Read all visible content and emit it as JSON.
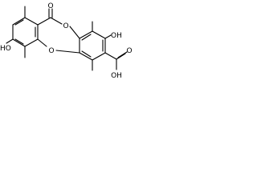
{
  "structure": {
    "atoms": {
      "carbonyl_oxygen": "O",
      "ring_oxygen_top": "O",
      "ring_oxygen_bottom": "O",
      "hydroxyl_left": "HO",
      "hydroxyl_right": "OH",
      "carboxyl_oxygen": "O",
      "carboxyl_hydroxyl": "OH"
    },
    "colors": {
      "bond": "#000000",
      "label": "#000000",
      "background": "#ffffff"
    }
  }
}
